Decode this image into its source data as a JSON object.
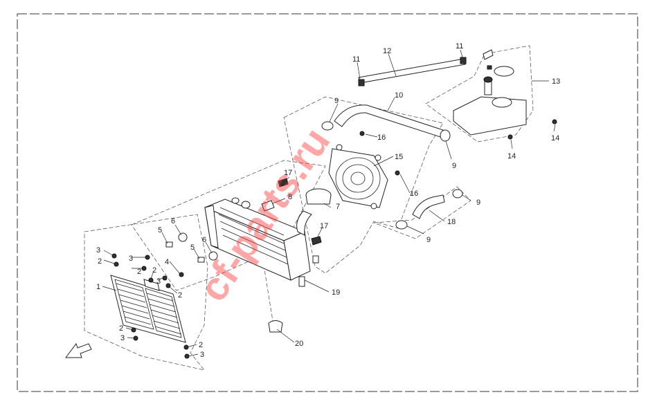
{
  "diagram": {
    "watermark": "cf-parts.ru",
    "callouts": {
      "c1": "1",
      "c2a": "2",
      "c2b": "2",
      "c2c": "2",
      "c2d": "2",
      "c2e": "2",
      "c2f": "2",
      "c3a": "3",
      "c3b": "3",
      "c3c": "3",
      "c3d": "3",
      "c3e": "3",
      "c4": "4",
      "c5a": "5",
      "c5b": "5",
      "c6a": "6",
      "c6b": "6",
      "c7": "7",
      "c8": "8",
      "c9a": "9",
      "c9b": "9",
      "c9c": "9",
      "c9d": "9",
      "c10": "10",
      "c11a": "11",
      "c11b": "11",
      "c12": "12",
      "c13": "13",
      "c14a": "14",
      "c14b": "14",
      "c15": "15",
      "c16a": "16",
      "c16b": "16",
      "c17a": "17",
      "c17b": "17",
      "c18": "18",
      "c19": "19",
      "c20": "20"
    }
  }
}
